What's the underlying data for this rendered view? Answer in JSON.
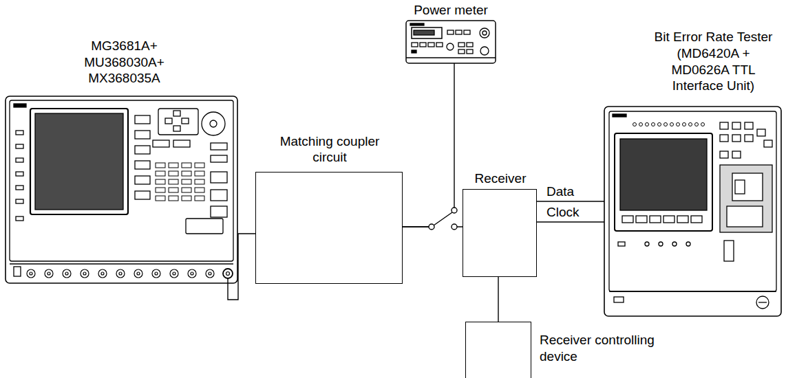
{
  "diagram": {
    "nodes": [
      {
        "text": [
          "MG3681A+ MU368030A+ MX368035A"
        ]
      },
      {
        "text": [
          "Matching coupler circuit"
        ]
      },
      {
        "text": [
          "Power meter"
        ]
      },
      {
        "text": [
          "Receiver"
        ]
      },
      {
        "text": [
          "Bit Error Rate Tester (MD6420A + MD0626A TTL Interface Unit)"
        ]
      },
      {
        "text": [
          "Receiver controlling device"
        ]
      }
    ],
    "edges": [
      {
        "from": 0,
        "to": 1,
        "arrow": "none"
      },
      {
        "from": 1,
        "to": 2,
        "arrow": "none"
      },
      {
        "from": 1,
        "to": 3,
        "arrow": "none"
      },
      {
        "from": 3,
        "to": 4,
        "label": "Data",
        "arrow": "none"
      },
      {
        "from": 3,
        "to": 4,
        "label": "Clock",
        "arrow": "none"
      },
      {
        "from": 3,
        "to": 5,
        "arrow": "none"
      }
    ]
  }
}
